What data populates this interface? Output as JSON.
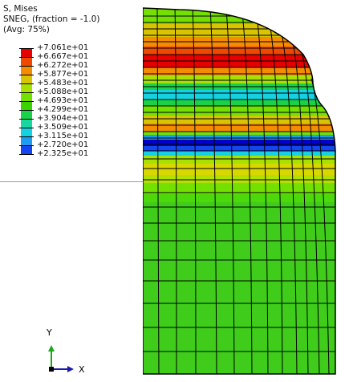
{
  "legend": {
    "line1": "S, Mises",
    "line2": "SNEG, (fraction = -1.0)",
    "line3": "(Avg: 75%)",
    "values": [
      "+7.061e+01",
      "+6.667e+01",
      "+6.272e+01",
      "+5.877e+01",
      "+5.483e+01",
      "+5.088e+01",
      "+4.693e+01",
      "+4.299e+01",
      "+3.904e+01",
      "+3.509e+01",
      "+3.115e+01",
      "+2.720e+01",
      "+2.325e+01"
    ],
    "colors": [
      "#e60000",
      "#f04800",
      "#f38c00",
      "#d8c400",
      "#a8e000",
      "#74e000",
      "#3cd200",
      "#19d24a",
      "#18d6a0",
      "#16d2e0",
      "#1e9cf0",
      "#1446f0",
      "#0000c8"
    ]
  },
  "triad": {
    "y_label": "Y",
    "x_label": "X"
  },
  "mesh_bands": [
    "#e60000",
    "#f04800",
    "#f38c00",
    "#d8c400",
    "#a8e000",
    "#74e000",
    "#3cd200",
    "#19d24a",
    "#18d6a0",
    "#16d2e0",
    "#1e9cf0",
    "#1446f0",
    "#0000c8"
  ]
}
